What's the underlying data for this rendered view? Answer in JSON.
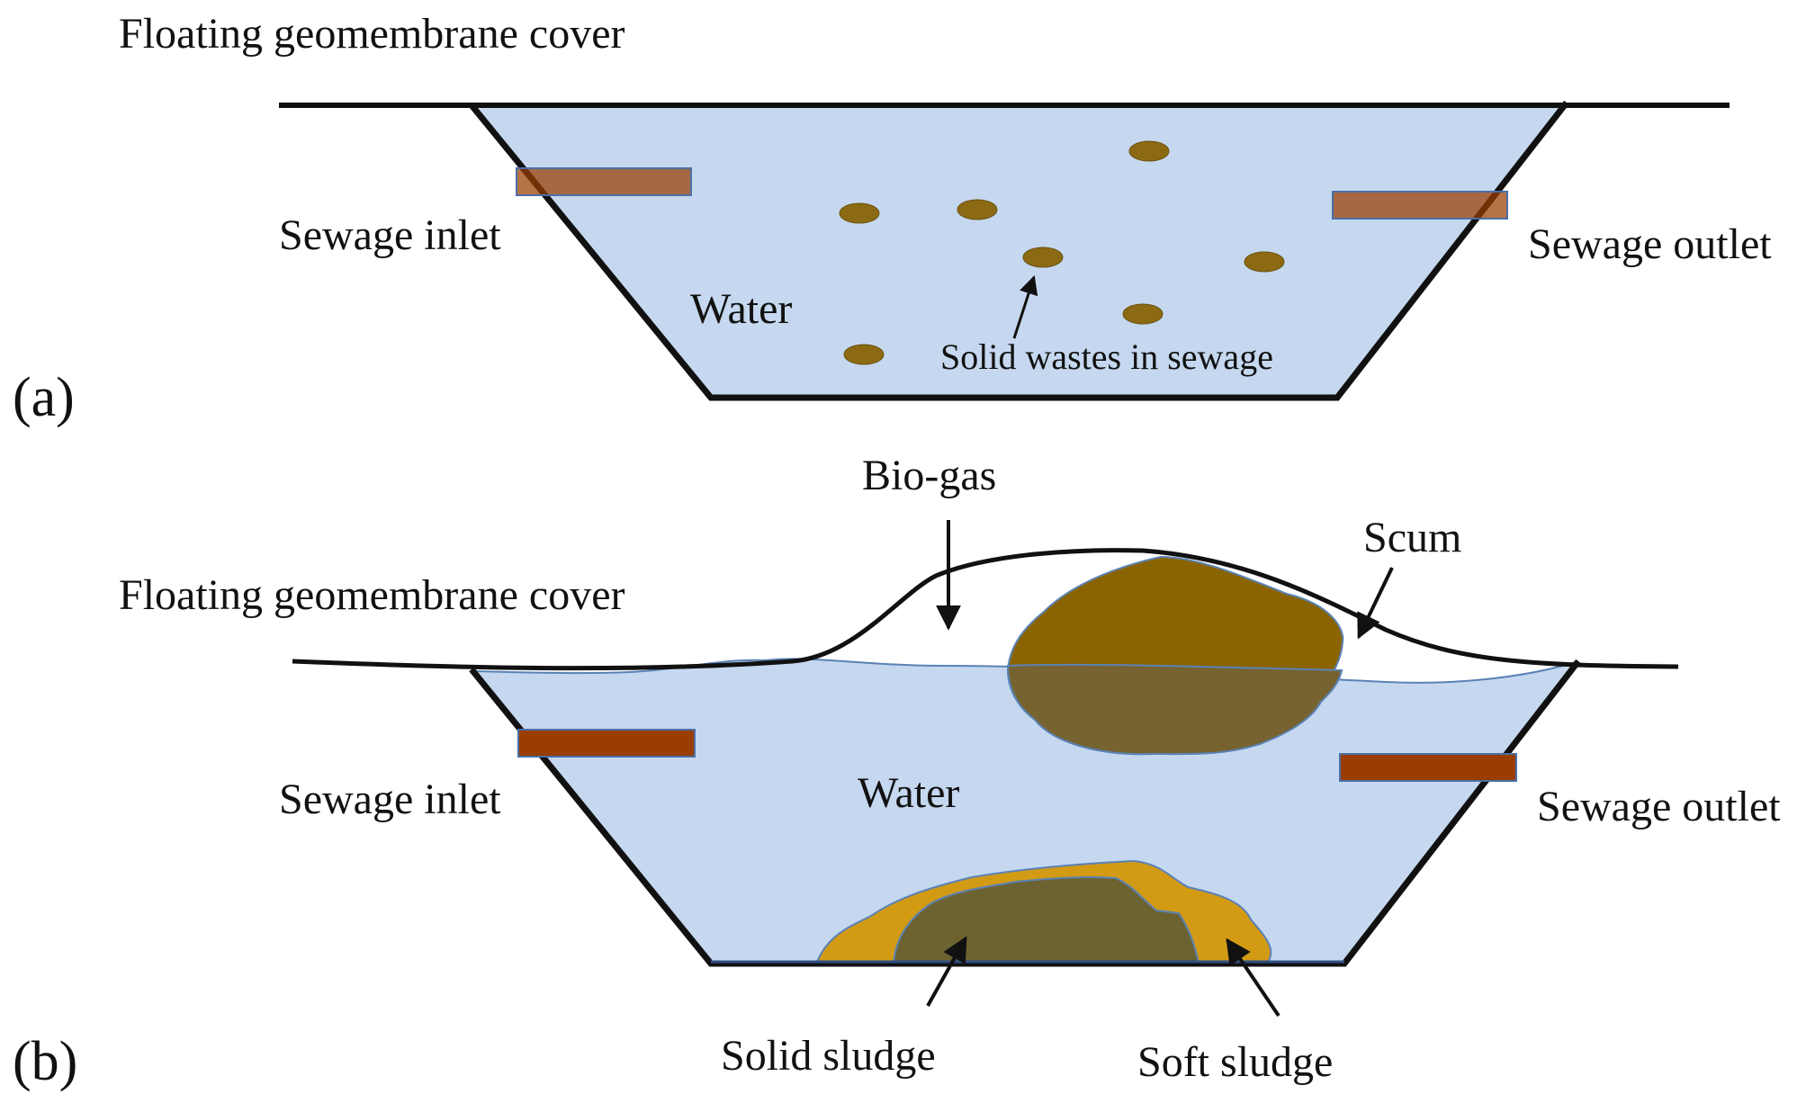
{
  "panel_a": {
    "panel_label": "(a)",
    "cover_label": "Floating geomembrane cover",
    "inlet_label": "Sewage inlet",
    "outlet_label": "Sewage outlet",
    "water_label": "Water",
    "solids_label": "Solid wastes in sewage"
  },
  "panel_b": {
    "panel_label": "(b)",
    "cover_label": "Floating geomembrane cover",
    "biogas_label": "Bio-gas",
    "scum_label": "Scum",
    "inlet_label": "Sewage inlet",
    "outlet_label": "Sewage outlet",
    "water_label": "Water",
    "solid_sludge_label": "Solid sludge",
    "soft_sludge_label": "Soft sludge"
  },
  "colors": {
    "water": "#c5d8ef",
    "pipe": "#993d00",
    "solid_particle": "#8c6a14",
    "scum": "#8a6400",
    "scum_submerged": "#766330",
    "soft_sludge": "#d39a14",
    "solid_sludge": "#6c6330",
    "outline": "#111111"
  }
}
